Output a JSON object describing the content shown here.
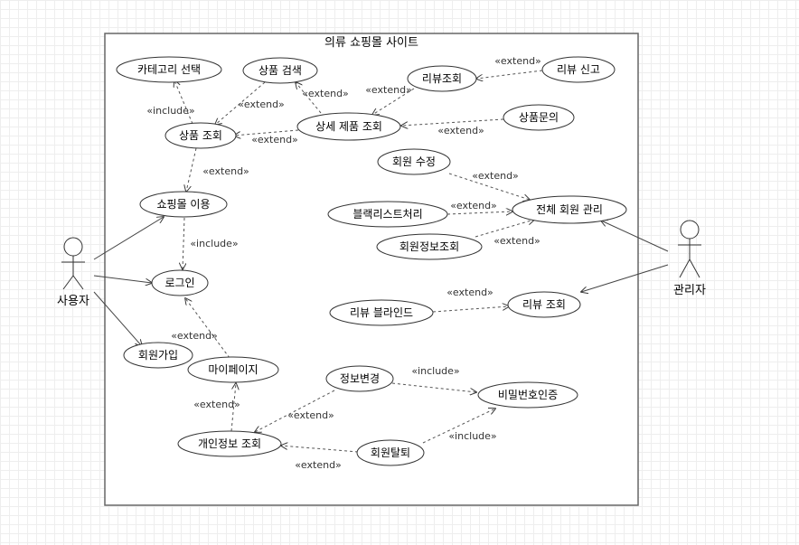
{
  "system": {
    "title": "의류 쇼핑몰 사이트"
  },
  "actors": {
    "user": "사용자",
    "admin": "관리자"
  },
  "usecases": {
    "category_select": "카테고리 선택",
    "product_search": "상품 검색",
    "review_view": "리뷰조회",
    "review_report": "리뷰 신고",
    "product_view": "상품 조회",
    "detail_view": "상세 제품 조회",
    "product_inquiry": "상품문의",
    "member_edit": "회원 수정",
    "blacklist": "블랙리스트처리",
    "member_manage": "전체 회원 관리",
    "member_info_view": "회원정보조회",
    "shop_use": "쇼핑몰 이용",
    "login": "로그인",
    "signup": "회원가입",
    "mypage": "마이페이지",
    "review_blind": "리뷰 블라인드",
    "admin_review_view": "리뷰 조회",
    "info_change": "정보변경",
    "pw_auth": "비밀번호인증",
    "personal_info_view": "개인정보 조회",
    "withdraw": "회원탈퇴"
  },
  "relations": {
    "include": "«include»",
    "extend": "«extend»"
  }
}
